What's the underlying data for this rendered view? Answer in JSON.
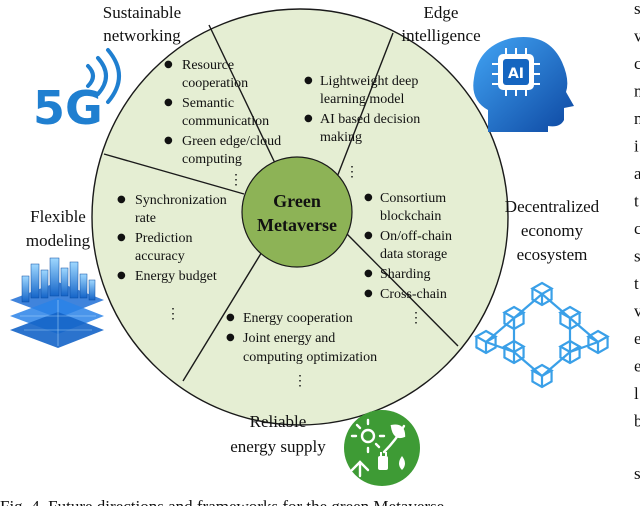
{
  "center": {
    "line1": "Green",
    "line2": "Metaverse"
  },
  "sectors": [
    {
      "id": "sustainable-networking",
      "label_lines": [
        "Sustainable",
        "networking"
      ],
      "items": [
        [
          "Resource",
          "cooperation"
        ],
        [
          "Semantic",
          "communication"
        ],
        [
          "Green edge/cloud",
          "computing"
        ]
      ]
    },
    {
      "id": "edge-intelligence",
      "label_lines": [
        "Edge",
        "intelligence"
      ],
      "items": [
        [
          "Lightweight deep",
          "learning model"
        ],
        [
          "AI based decision",
          "making"
        ]
      ]
    },
    {
      "id": "decentralized-economy",
      "label_lines": [
        "Decentralized",
        "economy",
        "ecosystem"
      ],
      "items": [
        [
          "Consortium",
          "blockchain"
        ],
        [
          "On/off-chain",
          "data storage"
        ],
        [
          "Sharding"
        ],
        [
          "Cross-chain"
        ]
      ]
    },
    {
      "id": "reliable-energy",
      "label_lines": [
        "Reliable",
        "energy supply"
      ],
      "items": [
        [
          "Energy cooperation"
        ],
        [
          "Joint energy and",
          "computing optimization"
        ]
      ]
    },
    {
      "id": "flexible-modeling",
      "label_lines": [
        "Flexible",
        "modeling"
      ],
      "items": [
        [
          "Synchronization",
          "rate"
        ],
        [
          "Prediction",
          "accuracy"
        ],
        [
          "Energy budget"
        ]
      ]
    }
  ],
  "icons": {
    "fiveg_text": "5G",
    "ai_text": "AI"
  },
  "caption": "Fig. 4.  Future directions and frameworks for the green Metaverse.",
  "right_column_letters": [
    "s",
    "v",
    "c",
    "n",
    "n",
    "i",
    "a",
    "t",
    "c",
    "s",
    "t",
    "v",
    "e",
    "e",
    "l",
    "b",
    "s"
  ],
  "colors": {
    "circle_fill": "#e5eed3",
    "center_fill": "#8db356",
    "line": "#1a1a1a",
    "fiveg_blue": "#1f7fd0",
    "ai_blue": "#1565c0",
    "chain_blue": "#3aa0e8",
    "energy_green": "#3e9b35"
  }
}
